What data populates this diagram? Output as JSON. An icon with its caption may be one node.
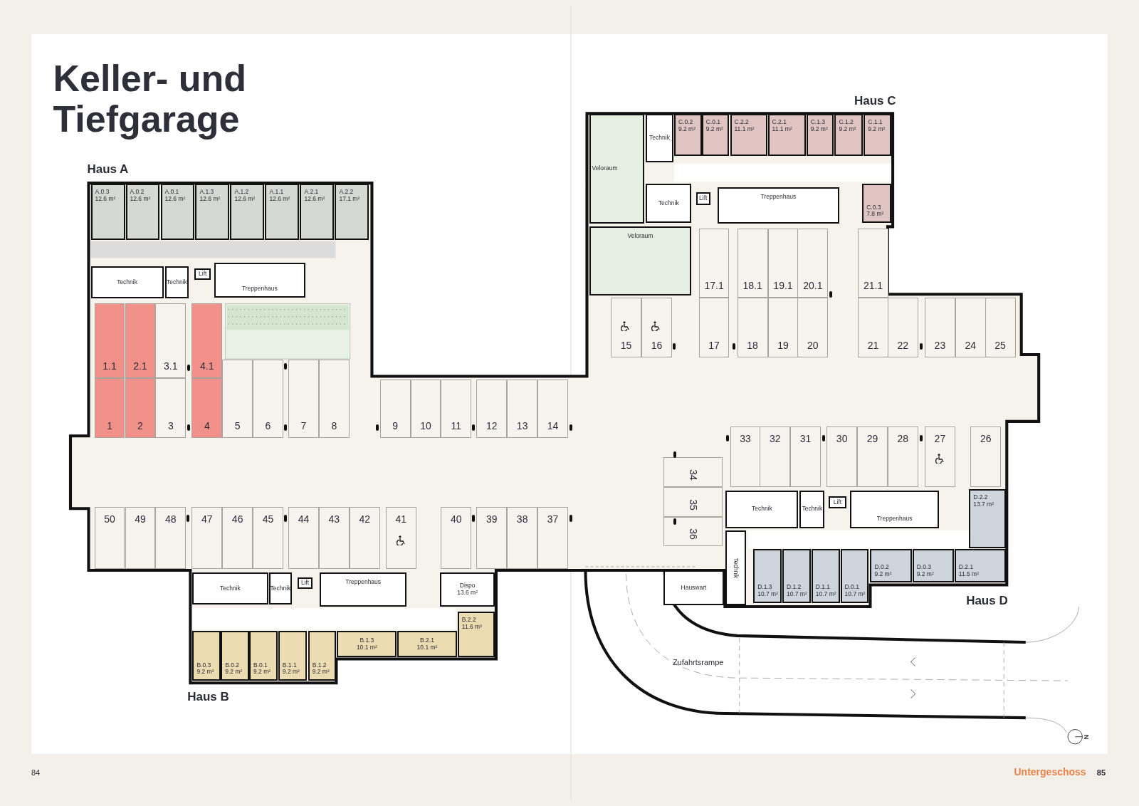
{
  "diagram": {
    "title": "Keller- und Tiefgarage",
    "nodes": [
      {
        "text": [
          "A.0.3",
          "12.6 m²"
        ]
      },
      {
        "text": [
          "A.0.2",
          "12.6 m²"
        ]
      },
      {
        "text": [
          "A.0.1",
          "12.6 m²"
        ]
      },
      {
        "text": [
          "A.1.3",
          "12.6 m²"
        ]
      },
      {
        "text": [
          "A.1.2",
          "12.6 m²"
        ]
      },
      {
        "text": [
          "A.1.1",
          "12.6 m²"
        ]
      },
      {
        "text": [
          "A.2.1",
          "12.6 m²"
        ]
      },
      {
        "text": [
          "A.2.2",
          "17.1 m²"
        ]
      },
      {
        "text": [
          "Technik"
        ]
      },
      {
        "text": [
          "Technik"
        ]
      },
      {
        "text": [
          "Lift"
        ]
      },
      {
        "text": [
          "Treppenhaus"
        ]
      },
      {
        "text": [
          "1.1"
        ]
      },
      {
        "text": [
          "2.1"
        ]
      },
      {
        "text": [
          "3.1"
        ]
      },
      {
        "text": [
          "4.1"
        ]
      },
      {
        "text": [
          "1"
        ]
      },
      {
        "text": [
          "2"
        ]
      },
      {
        "text": [
          "3"
        ]
      },
      {
        "text": [
          "4"
        ]
      },
      {
        "text": [
          "5"
        ]
      },
      {
        "text": [
          "6"
        ]
      },
      {
        "text": [
          "7"
        ]
      },
      {
        "text": [
          "8"
        ]
      },
      {
        "text": [
          "9"
        ]
      },
      {
        "text": [
          "10"
        ]
      },
      {
        "text": [
          "11"
        ]
      },
      {
        "text": [
          "12"
        ]
      },
      {
        "text": [
          "13"
        ]
      },
      {
        "text": [
          "14"
        ]
      },
      {
        "text": [
          "Veloraum"
        ]
      },
      {
        "text": [
          "Technik"
        ]
      },
      {
        "text": [
          "C.0.2",
          "9.2 m²"
        ]
      },
      {
        "text": [
          "C.0.1",
          "9.2 m²"
        ]
      },
      {
        "text": [
          "C.2.2",
          "11.1 m²"
        ]
      },
      {
        "text": [
          "C.2.1",
          "11.1 m²"
        ]
      },
      {
        "text": [
          "C.1.3",
          "9.2 m²"
        ]
      },
      {
        "text": [
          "C.1.2",
          "9.2 m²"
        ]
      },
      {
        "text": [
          "C.1.1",
          "9.2 m²"
        ]
      },
      {
        "text": [
          "Technik"
        ]
      },
      {
        "text": [
          "Lift"
        ]
      },
      {
        "text": [
          "Treppenhaus"
        ]
      },
      {
        "text": [
          "C.0.3",
          "7.8 m²"
        ]
      },
      {
        "text": [
          "Veloraum"
        ]
      },
      {
        "text": [
          "17.1"
        ]
      },
      {
        "text": [
          "18.1"
        ]
      },
      {
        "text": [
          "19.1"
        ]
      },
      {
        "text": [
          "20.1"
        ]
      },
      {
        "text": [
          "21.1"
        ]
      },
      {
        "text": [
          "15"
        ]
      },
      {
        "text": [
          "16"
        ]
      },
      {
        "text": [
          "17"
        ]
      },
      {
        "text": [
          "18"
        ]
      },
      {
        "text": [
          "19"
        ]
      },
      {
        "text": [
          "20"
        ]
      },
      {
        "text": [
          "21"
        ]
      },
      {
        "text": [
          "22"
        ]
      },
      {
        "text": [
          "23"
        ]
      },
      {
        "text": [
          "24"
        ]
      },
      {
        "text": [
          "25"
        ]
      },
      {
        "text": [
          "33"
        ]
      },
      {
        "text": [
          "32"
        ]
      },
      {
        "text": [
          "31"
        ]
      },
      {
        "text": [
          "30"
        ]
      },
      {
        "text": [
          "29"
        ]
      },
      {
        "text": [
          "28"
        ]
      },
      {
        "text": [
          "27"
        ]
      },
      {
        "text": [
          "26"
        ]
      },
      {
        "text": [
          "34"
        ]
      },
      {
        "text": [
          "35"
        ]
      },
      {
        "text": [
          "36"
        ]
      },
      {
        "text": [
          "50"
        ]
      },
      {
        "text": [
          "49"
        ]
      },
      {
        "text": [
          "48"
        ]
      },
      {
        "text": [
          "47"
        ]
      },
      {
        "text": [
          "46"
        ]
      },
      {
        "text": [
          "45"
        ]
      },
      {
        "text": [
          "44"
        ]
      },
      {
        "text": [
          "43"
        ]
      },
      {
        "text": [
          "42"
        ]
      },
      {
        "text": [
          "41"
        ]
      },
      {
        "text": [
          "40"
        ]
      },
      {
        "text": [
          "39"
        ]
      },
      {
        "text": [
          "38"
        ]
      },
      {
        "text": [
          "37"
        ]
      },
      {
        "text": [
          "Technik"
        ]
      },
      {
        "text": [
          "Technik"
        ]
      },
      {
        "text": [
          "Lift"
        ]
      },
      {
        "text": [
          "Treppenhaus"
        ]
      },
      {
        "text": [
          "D.2.2",
          "13.7 m²"
        ]
      },
      {
        "text": [
          "Technik"
        ]
      },
      {
        "text": [
          "D.1.3",
          "10.7 m²"
        ]
      },
      {
        "text": [
          "D.1.2",
          "10.7 m²"
        ]
      },
      {
        "text": [
          "D.1.1",
          "10.7 m²"
        ]
      },
      {
        "text": [
          "D.0.1",
          "10.7 m²"
        ]
      },
      {
        "text": [
          "D.0.2",
          "9.2 m²"
        ]
      },
      {
        "text": [
          "D.0.3",
          "9.2 m²"
        ]
      },
      {
        "text": [
          "D.2.1",
          "11.5 m²"
        ]
      },
      {
        "text": [
          "Hauswart"
        ]
      },
      {
        "text": [
          "Technik"
        ]
      },
      {
        "text": [
          "Technik"
        ]
      },
      {
        "text": [
          "Lift"
        ]
      },
      {
        "text": [
          "Treppenhaus"
        ]
      },
      {
        "text": [
          "Dispo",
          "13.6 m²"
        ]
      },
      {
        "text": [
          "B.2.2",
          "11.6 m²"
        ]
      },
      {
        "text": [
          "B.0.3",
          "9.2 m²"
        ]
      },
      {
        "text": [
          "B.0.2",
          "9.2 m²"
        ]
      },
      {
        "text": [
          "B.0.1",
          "9.2 m²"
        ]
      },
      {
        "text": [
          "B.1.1",
          "9.2 m²"
        ]
      },
      {
        "text": [
          "B.1.2",
          "9.2 m²"
        ]
      },
      {
        "text": [
          "B.1.3",
          "10.1 m²"
        ]
      },
      {
        "text": [
          "B.2.1",
          "10.1 m²"
        ]
      }
    ],
    "labels": [
      "Haus C",
      "Haus A",
      "Haus D",
      "Zufahrtsrampe",
      "Haus B",
      "N",
      "84",
      "Untergeschoss",
      "85"
    ]
  }
}
